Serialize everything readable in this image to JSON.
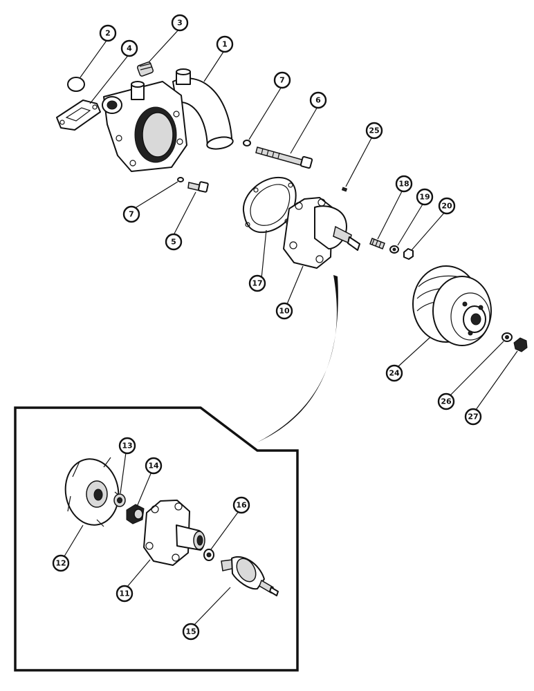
{
  "callouts": [
    {
      "id": "c1",
      "label": "1"
    },
    {
      "id": "c2",
      "label": "2"
    },
    {
      "id": "c3",
      "label": "3"
    },
    {
      "id": "c4",
      "label": "4"
    },
    {
      "id": "c5",
      "label": "5"
    },
    {
      "id": "c6",
      "label": "6"
    },
    {
      "id": "c7a",
      "label": "7"
    },
    {
      "id": "c7b",
      "label": "7"
    },
    {
      "id": "c10",
      "label": "10"
    },
    {
      "id": "c11",
      "label": "11"
    },
    {
      "id": "c12",
      "label": "12"
    },
    {
      "id": "c13",
      "label": "13"
    },
    {
      "id": "c14",
      "label": "14"
    },
    {
      "id": "c15",
      "label": "15"
    },
    {
      "id": "c16",
      "label": "16"
    },
    {
      "id": "c17",
      "label": "17"
    },
    {
      "id": "c18",
      "label": "18"
    },
    {
      "id": "c19",
      "label": "19"
    },
    {
      "id": "c20",
      "label": "20"
    },
    {
      "id": "c24",
      "label": "24"
    },
    {
      "id": "c25",
      "label": "25"
    },
    {
      "id": "c26",
      "label": "26"
    },
    {
      "id": "c27",
      "label": "27"
    }
  ]
}
